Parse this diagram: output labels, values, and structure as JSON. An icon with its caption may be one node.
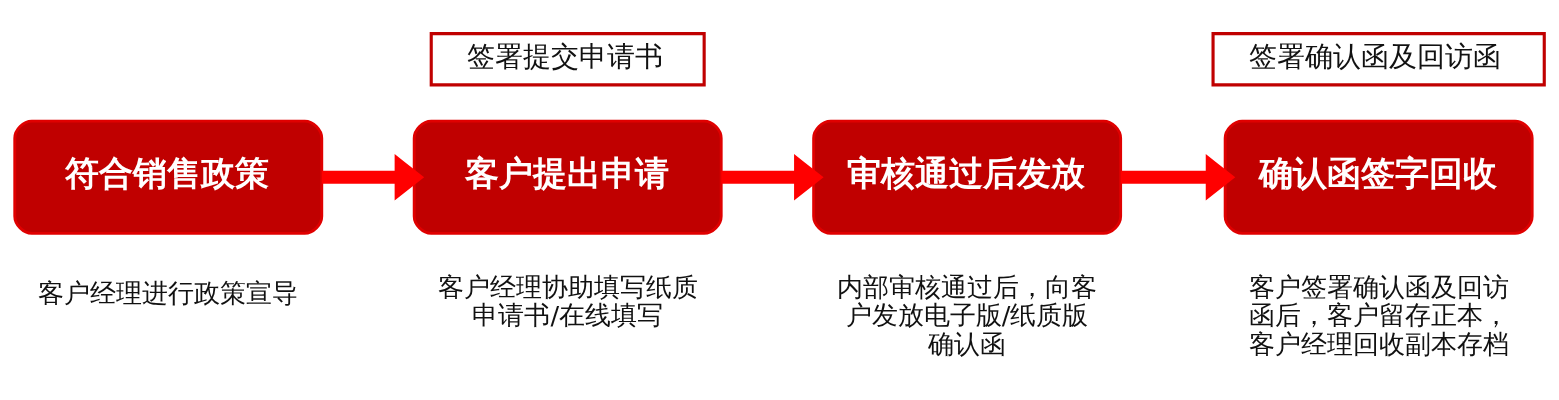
{
  "diagram": {
    "nodes": [
      {
        "text": [
          "符合销售政策"
        ],
        "beside": [
          "客户经理进行政策宣导"
        ]
      },
      {
        "text": [
          "签署提交申请书"
        ]
      },
      {
        "text": [
          "客户提出申请"
        ],
        "beside": [
          "客户经理协助填写纸质申请书/在线填写"
        ]
      },
      {
        "text": [
          "审核通过后发放"
        ],
        "beside": [
          "内部审核通过后，向客户发放电子版/纸质版确认函"
        ]
      },
      {
        "text": [
          "签署确认函及回访函"
        ]
      },
      {
        "text": [
          "确认函签字回收"
        ],
        "beside": [
          "客户签署确认函及回访函后，客户留存正本，客户经理回收副本存档"
        ]
      }
    ],
    "edges": [
      {
        "from": 0,
        "to": 2,
        "arrow": "to"
      },
      {
        "from": 2,
        "to": 3,
        "arrow": "to"
      },
      {
        "from": 3,
        "to": 5,
        "arrow": "to"
      }
    ]
  }
}
